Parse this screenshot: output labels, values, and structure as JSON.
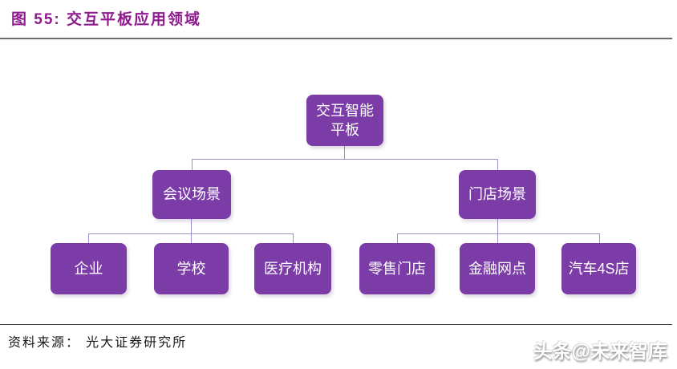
{
  "header": {
    "title": "图 55:  交互平板应用领域"
  },
  "tree": {
    "root": "交互智能\n平板",
    "branches": [
      {
        "label": "会议场景",
        "children": [
          "企业",
          "学校",
          "医疗机构"
        ]
      },
      {
        "label": "门店场景",
        "children": [
          "零售门店",
          "金融网点",
          "汽车4S店"
        ]
      }
    ]
  },
  "footer": {
    "source": "资料来源： 光大证券研究所",
    "watermark": "头条@未来智库"
  },
  "colors": {
    "title_text": "#8E1A8E",
    "node_fill": "#7B3CA8",
    "node_text": "#FFFFFF",
    "connector": "#A18FC9",
    "top_rule": "#6E6E6E",
    "bottom_rule": "#3F3F3F"
  }
}
